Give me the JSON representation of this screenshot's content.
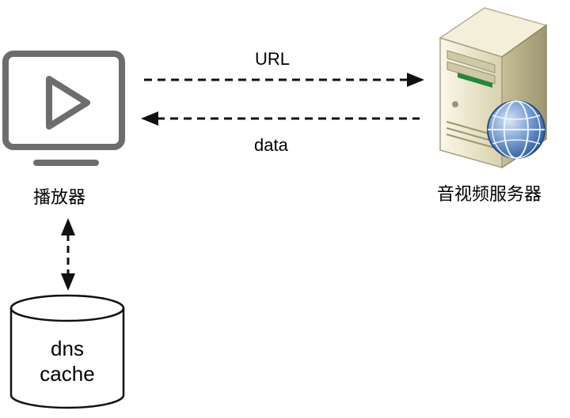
{
  "diagram": {
    "request_label": "URL",
    "response_label": "data",
    "player_label": "播放器",
    "server_label": "音视频服务器",
    "cache_label_line1": "dns",
    "cache_label_line2": "cache"
  },
  "icons": {
    "player": "monitor-play-icon",
    "server": "server-globe-icon",
    "cache": "database-cylinder-icon"
  },
  "colors": {
    "monitor": "#6d6d6d",
    "arrow": "#111111",
    "server_body": "#e6e0c4",
    "server_accent": "#1e8a3a",
    "globe": "#4a78b8"
  }
}
